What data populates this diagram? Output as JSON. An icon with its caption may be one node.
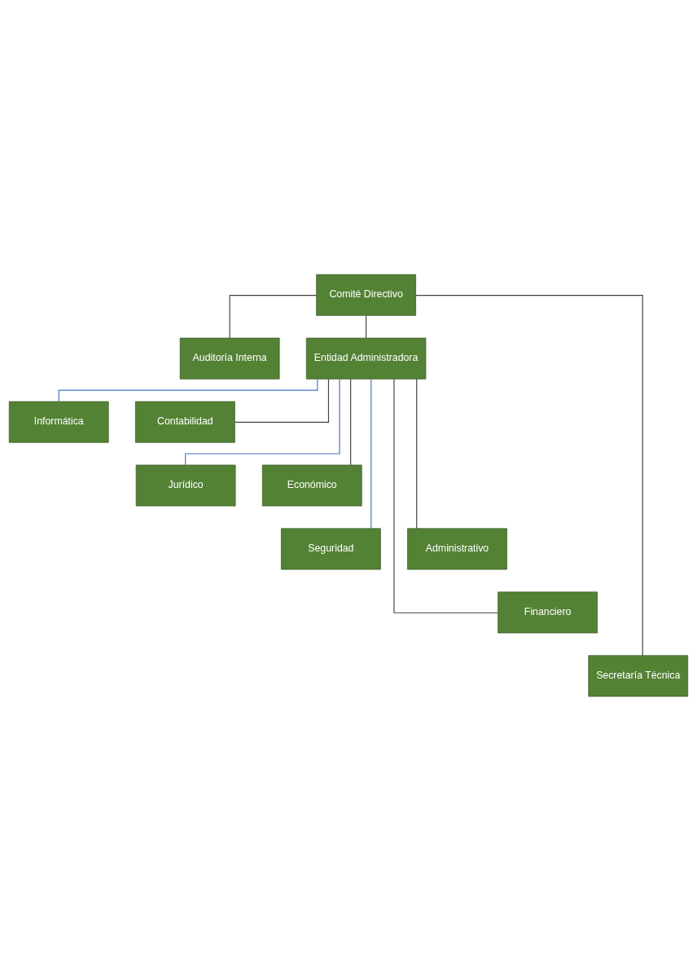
{
  "diagram": {
    "nodes": [
      {
        "text": [
          "Comité Directivo"
        ]
      },
      {
        "text": [
          "Auditoría Interna"
        ]
      },
      {
        "text": [
          "Entidad Administradora"
        ]
      },
      {
        "text": [
          "Informática"
        ]
      },
      {
        "text": [
          "Contabilidad"
        ]
      },
      {
        "text": [
          "Jurídico"
        ]
      },
      {
        "text": [
          "Económico"
        ]
      },
      {
        "text": [
          "Seguridad"
        ]
      },
      {
        "text": [
          "Administrativo"
        ]
      },
      {
        "text": [
          "Financiero"
        ]
      },
      {
        "text": [
          "Secretaría Técnica"
        ]
      }
    ],
    "edges": [
      {
        "from": 0,
        "to": 1,
        "arrow": "none"
      },
      {
        "from": 0,
        "to": 2,
        "arrow": "none"
      },
      {
        "from": 0,
        "to": 10,
        "arrow": "none"
      },
      {
        "from": 2,
        "to": 3,
        "arrow": "none",
        "color": "#4472c4"
      },
      {
        "from": 2,
        "to": 4,
        "arrow": "none"
      },
      {
        "from": 2,
        "to": 5,
        "arrow": "none",
        "color": "#4472c4"
      },
      {
        "from": 2,
        "to": 6,
        "arrow": "none"
      },
      {
        "from": 2,
        "to": 7,
        "arrow": "none",
        "color": "#4472c4"
      },
      {
        "from": 2,
        "to": 8,
        "arrow": "none"
      },
      {
        "from": 2,
        "to": 9,
        "arrow": "none"
      }
    ]
  }
}
